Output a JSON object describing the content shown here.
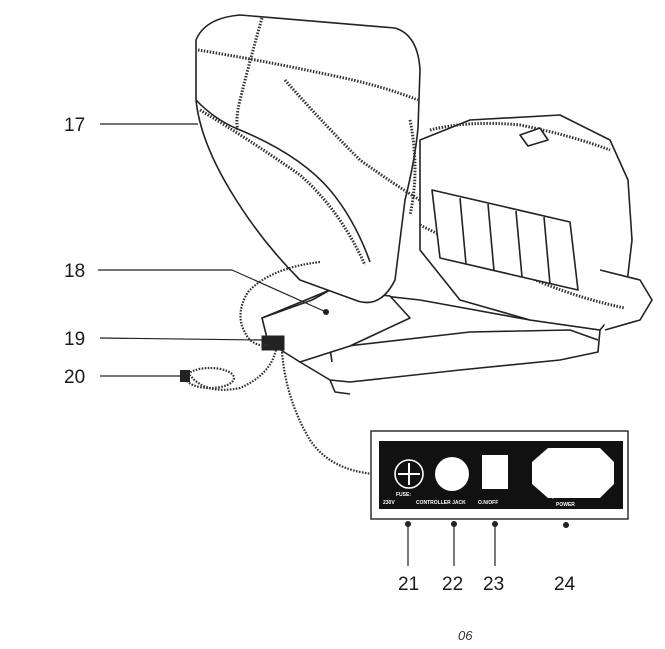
{
  "callouts": {
    "c17": "17",
    "c18": "18",
    "c19": "19",
    "c20": "20",
    "c21": "21",
    "c22": "22",
    "c23": "23",
    "c24": "24"
  },
  "panel": {
    "fuse_label": "FUSE:",
    "voltage_label": "230V",
    "controller_jack_label": "CONTROLLER JACK",
    "onoff_label": "O.N/OFF",
    "power_label": "POWER"
  },
  "page_number": "06",
  "colors": {
    "line": "#222222",
    "panel_fill": "#111111",
    "background": "#ffffff"
  },
  "icons": {
    "fuse": "fuse-holder-icon",
    "jack": "controller-jack-icon",
    "switch": "power-switch-icon",
    "socket": "power-socket-icon"
  }
}
